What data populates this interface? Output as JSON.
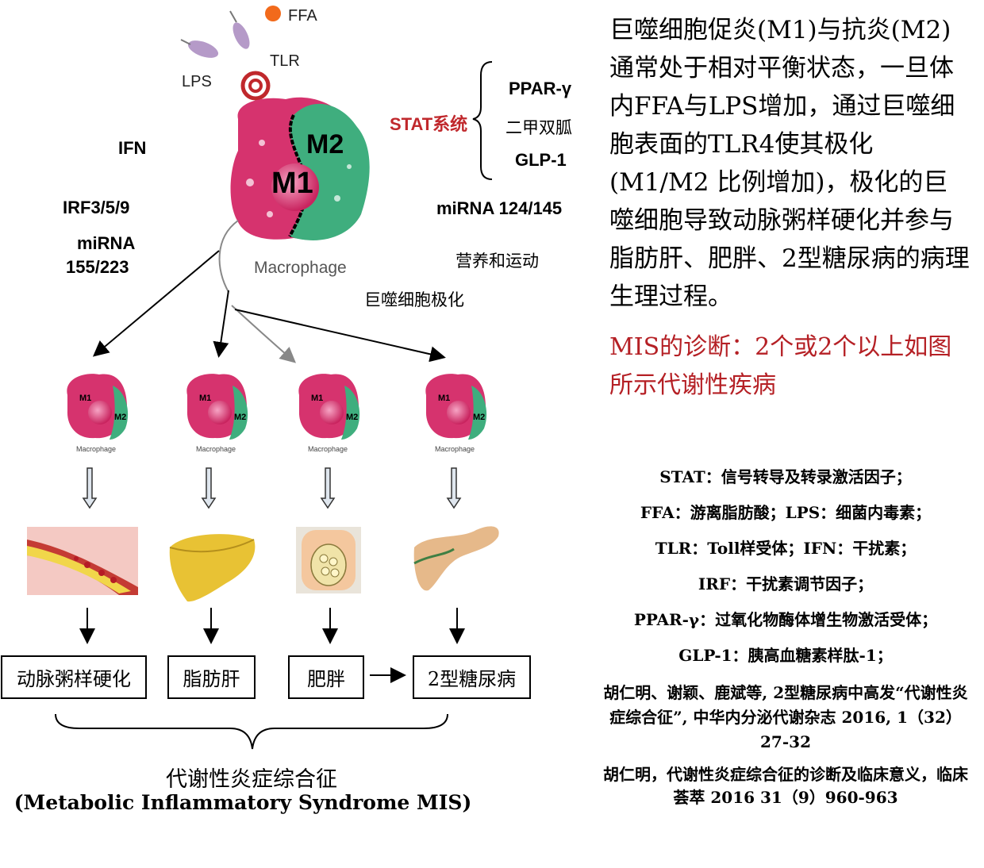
{
  "labels": {
    "ffa": "FFA",
    "tlr": "TLR",
    "lps": "LPS",
    "ifn": "IFN",
    "irf": "IRF3/5/9",
    "mirna_left_1": "miRNA",
    "mirna_left_2": "155/223",
    "m1": "M1",
    "m2": "M2",
    "macrophage": "Macrophage",
    "stat": "STAT系统",
    "ppar": "PPAR-γ",
    "metformin": "二甲双胍",
    "glp1": "GLP-1",
    "mirna_right": "miRNA 124/145",
    "nutrition": "营养和运动",
    "polarization": "巨噬细胞极化"
  },
  "small_cells": {
    "m1": "M1",
    "m2": "M2",
    "caption": "Macrophage"
  },
  "diseases": [
    "动脉粥样硬化",
    "脂肪肝",
    "肥胖",
    "2型糖尿病"
  ],
  "syndrome": {
    "cn": "代谢性炎症综合征",
    "en": "(Metabolic Inflammatory Syndrome MIS)"
  },
  "paragraph": "巨噬细胞促炎(M1)与抗炎(M2)通常处于相对平衡状态，一旦体内FFA与LPS增加，通过巨噬细胞表面的TLR4使其极化(M1/M2 比例增加)，极化的巨噬细胞导致动脉粥样硬化并参与脂肪肝、肥胖、2型糖尿病的病理生理过程。",
  "diagnosis": "MIS的诊断：2个或2个以上如图所示代谢性疾病",
  "notes": [
    "STAT：信号转导及转录激活因子；",
    "FFA：游离脂肪酸；LPS：细菌内毒素；",
    "TLR：Toll样受体；IFN：干扰素；",
    "IRF：干扰素调节因子；",
    "PPAR-γ：过氧化物酶体增生物激活受体；",
    "GLP-1：胰高血糖素样肽-1；"
  ],
  "references": [
    "胡仁明、谢颖、鹿斌等, 2型糖尿病中高发“代谢性炎症综合征”, 中华内分泌代谢杂志 2016, 1（32）27-32",
    "胡仁明，代谢性炎症综合征的诊断及临床意义，临床荟萃 2016 31（9）960-963"
  ],
  "colors": {
    "m1": "#d6336e",
    "m2": "#3fae7e",
    "stat": "#c0282c",
    "diagnosis": "#b52025"
  }
}
